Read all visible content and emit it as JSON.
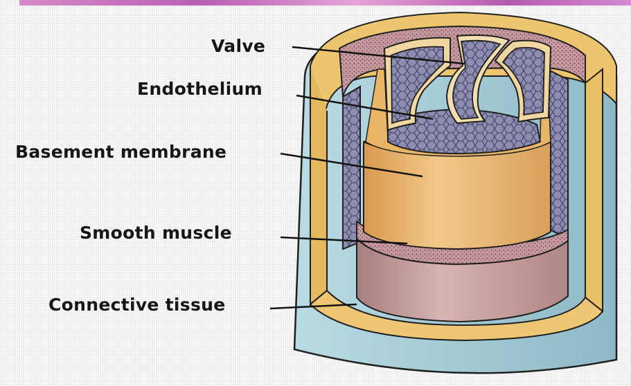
{
  "labels": {
    "valve": "Valve",
    "endothelium": "Endothelium",
    "basement_membrane": "Basement membrane",
    "smooth_muscle": "Smooth muscle",
    "connective_tissue": "Connective tissue"
  },
  "colors": {
    "outer_blue": "#a9cdd6",
    "connective_yellow": "#ecc56e",
    "smooth_muscle_pink": "#c49e9e",
    "basement_orange": "#e8b46d",
    "endothelium_purple": "#8f8fb5",
    "valve_purple": "#a7a5c6"
  }
}
